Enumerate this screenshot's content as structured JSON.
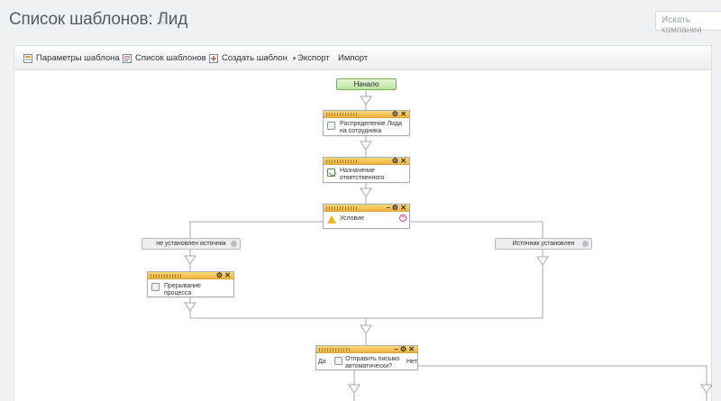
{
  "header": {
    "title": "Список шаблонов: Лид",
    "star_icon": "star-icon",
    "search_placeholder": "Искать компании"
  },
  "toolbar": {
    "items": [
      {
        "label": "Параметры шаблона",
        "icon": "params-icon"
      },
      {
        "label": "Список шаблонов",
        "icon": "list-icon"
      },
      {
        "label": "Создать шаблон",
        "icon": "create-icon",
        "dropdown": "▾"
      },
      {
        "label": "Экспорт"
      },
      {
        "label": "Импорт"
      }
    ]
  },
  "flow": {
    "start": "Начало",
    "blocks": [
      {
        "title": "Распределение Лида на сотрудника"
      },
      {
        "title": "Назначение ответственного"
      },
      {
        "title": "Условие"
      },
      {
        "title": "Прерывание процесса"
      },
      {
        "title": "Отправить письмо автоматически?"
      }
    ],
    "branches": {
      "left": "не установлен источник",
      "right": "Источник установлен"
    },
    "yes_label": "Да",
    "no_label": "Нет"
  },
  "colors": {
    "accent": "#f0b440",
    "start": "#bde59c",
    "line": "#9aa3aa"
  }
}
